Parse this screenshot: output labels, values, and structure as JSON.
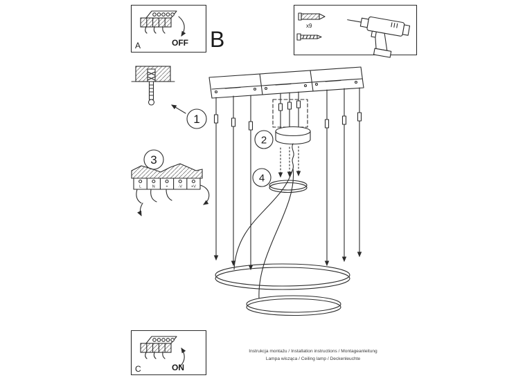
{
  "colors": {
    "line": "#2b2b2b",
    "background": "#ffffff"
  },
  "panel_a": {
    "label": "A",
    "state": "OFF"
  },
  "panel_c": {
    "label": "C",
    "state": "ON"
  },
  "section_label": "B",
  "hardware": {
    "count": "x9"
  },
  "steps": [
    "1",
    "2",
    "3",
    "4"
  ],
  "wiring": {
    "terminals": [
      "L",
      "N",
      "+",
      "-V",
      "+V"
    ]
  },
  "footer": {
    "line1": "Instrukcja montażu / Installation instructions / Montageanleitung",
    "line2": "Lampa wisząca / Ceiling lamp / Deckenleuchte"
  },
  "icons": {
    "toggle_off": "curved-arrow-down",
    "toggle_on": "curved-arrow-up",
    "drill": "power-drill",
    "wall_plug": "wall-plug-anchor",
    "screw": "screw",
    "terminal_block": "terminal-strip"
  }
}
